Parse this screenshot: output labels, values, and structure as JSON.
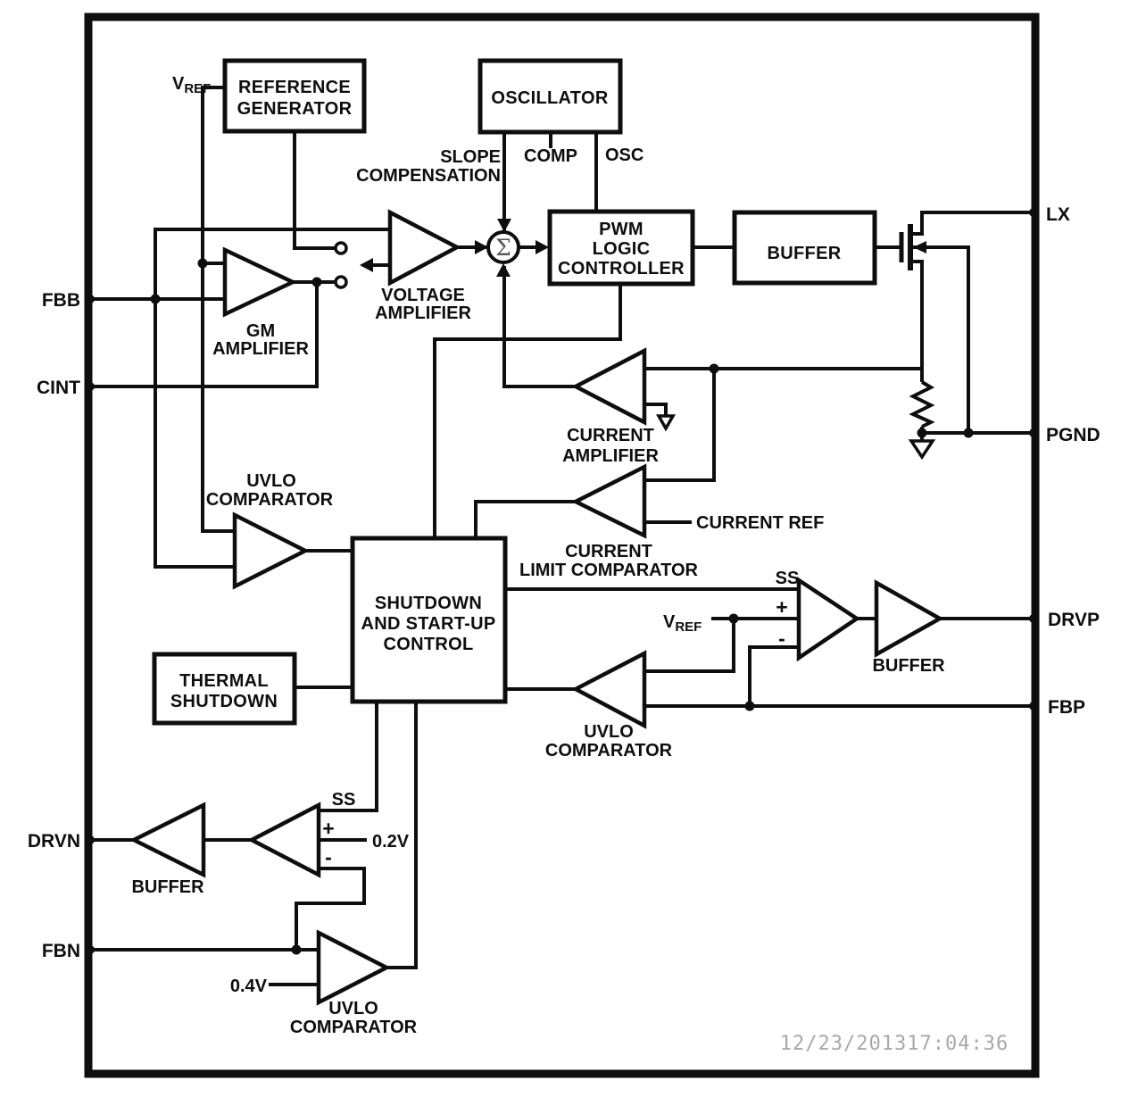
{
  "page": {
    "timestamp": "12/23/201317:04:36",
    "sum_symbol": "Σ",
    "colors": {
      "ink": "#0e0e0e",
      "timestamp": "#a8a8a8",
      "background": "#ffffff"
    },
    "pins": {
      "fbb": "FBB",
      "cint": "CINT",
      "drvn": "DRVN",
      "fbn": "FBN",
      "lx": "LX",
      "pgnd": "PGND",
      "drvp": "DRVP",
      "fbp": "FBP"
    },
    "blocks": {
      "reference_generator": {
        "line1": "REFERENCE",
        "line2": "GENERATOR"
      },
      "oscillator": {
        "label": "OSCILLATOR"
      },
      "pwm": {
        "line1": "PWM",
        "line2": "LOGIC",
        "line3": "CONTROLLER"
      },
      "buffer_top": {
        "label": "BUFFER"
      },
      "shutdown": {
        "line1": "SHUTDOWN",
        "line2": "AND START-UP",
        "line3": "CONTROL"
      },
      "thermal": {
        "line1": "THERMAL",
        "line2": "SHUTDOWN"
      }
    },
    "amps": {
      "gm": {
        "line1": "GM",
        "line2": "AMPLIFIER"
      },
      "voltage": {
        "line1": "VOLTAGE",
        "line2": "AMPLIFIER"
      },
      "current": {
        "line1": "CURRENT",
        "line2": "AMPLIFIER"
      },
      "current_limit": {
        "line1": "CURRENT",
        "line2": "LIMIT COMPARATOR"
      },
      "uvlo_mid": {
        "line1": "UVLO",
        "line2": "COMPARATOR"
      },
      "uvlo_right": {
        "line1": "UVLO",
        "line2": "COMPARATOR"
      },
      "uvlo_bottom": {
        "line1": "UVLO",
        "line2": "COMPARATOR"
      },
      "buffer_drvp": "BUFFER",
      "buffer_drvn": "BUFFER"
    },
    "signals": {
      "slope1": "SLOPE",
      "slope2": "COMPENSATION",
      "comp": "COMP",
      "osc": "OSC",
      "vref_v": "V",
      "vref_sub": "REF",
      "current_ref": "CURRENT REF",
      "ss": "SS",
      "v02": "0.2V",
      "v04": "0.4V",
      "plus": "+",
      "minus": "-"
    }
  }
}
